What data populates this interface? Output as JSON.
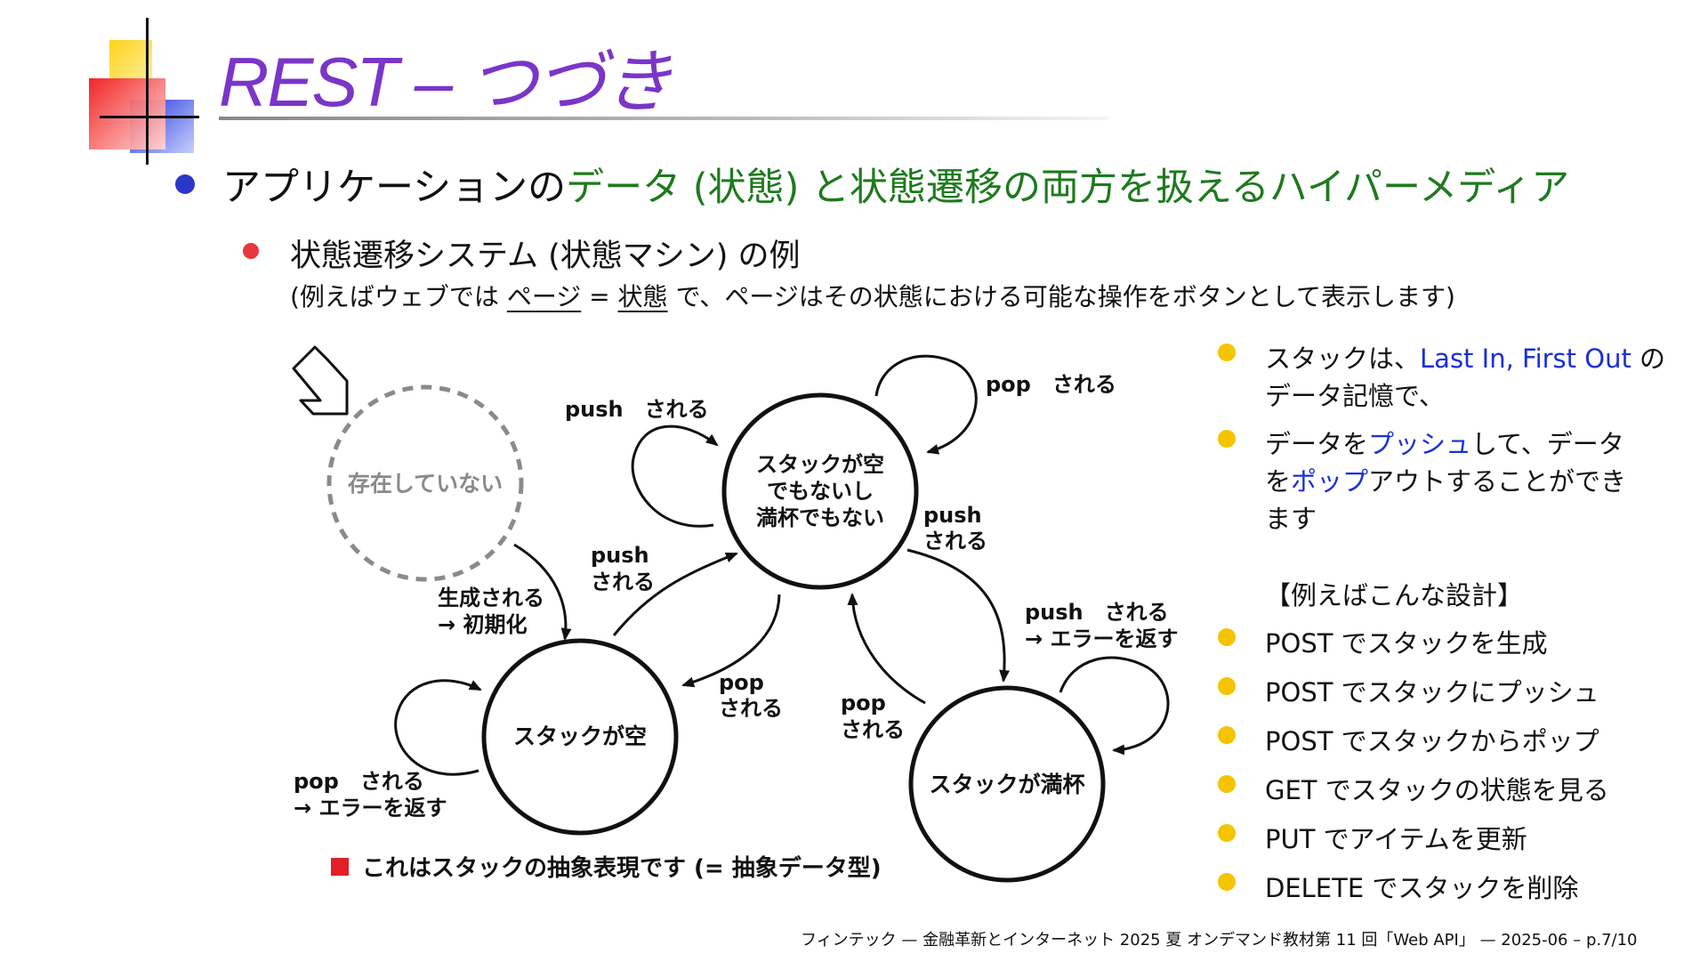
{
  "title": {
    "text": "REST – つづき"
  },
  "main_bullet": {
    "prefix": "アプリケーションの",
    "highlight": "データ (状態) と状態遷移の両方を扱えるハイパーメディア"
  },
  "sub_bullet": {
    "heading": "状態遷移システム (状態マシン) の例",
    "note_pre": "(例えばウェブでは ",
    "note_page": "ページ",
    "note_eq": " = ",
    "note_state": "状態",
    "note_post": " で、ページはその状態における可能な操作をボタンとして表示します)"
  },
  "diagram": {
    "states": {
      "nonexistent": "存在していない",
      "middle_line1": "スタックが空",
      "middle_line2": "でもないし",
      "middle_line3": "満杯でもない",
      "empty": "スタックが空",
      "full": "スタックが満杯"
    },
    "edges": {
      "create_line1": "生成される",
      "create_line2": "→ 初期化",
      "push_self_middle": "push　される",
      "pop_self_middle": "pop　される",
      "push_empty_line1": "push",
      "push_empty_line2": "される",
      "pop_to_empty_line1": "pop",
      "pop_to_empty_line2": "される",
      "push_to_full_line1": "push",
      "push_to_full_line2": "される",
      "pop_from_full_line1": "pop",
      "pop_from_full_line2": "される",
      "pop_empty_line1": "pop　される",
      "pop_empty_line2": "→ エラーを返す",
      "push_full_line1": "push　される",
      "push_full_line2": "→ エラーを返す"
    },
    "caption": "これはスタックの抽象表現です (= 抽象データ型)"
  },
  "right_panel": {
    "b1_a": "スタックは、",
    "b1_blue": "Last In, First Out",
    "b1_b": " の",
    "b1_line2": "データ記憶で、",
    "b2_a": "データを",
    "b2_push": "プッシュ",
    "b2_b": "して、データ",
    "b2_c": "を",
    "b2_pop": "ポップ",
    "b2_d": "アウトすることができ",
    "b2_line3": "ます",
    "example_heading": "【例えばこんな設計】",
    "examples": [
      "POST でスタックを生成",
      "POST でスタックにプッシュ",
      "POST でスタックからポップ",
      "GET でスタックの状態を見る",
      "PUT でアイテムを更新",
      "DELETE でスタックを削除"
    ]
  },
  "footer": "フィンテック — 金融革新とインターネット 2025 夏 オンデマンド教材第 11 回「Web API」 — 2025-06 – p.7/10",
  "colors": {
    "title": "#7a35c9",
    "highlight_green": "#1e7a1e",
    "link_blue": "#1a2fd6",
    "bullet_blue": "#2a37c8",
    "bullet_red": "#e8383d",
    "bullet_yellow": "#f5c400",
    "caption_square": "#e21f26"
  }
}
